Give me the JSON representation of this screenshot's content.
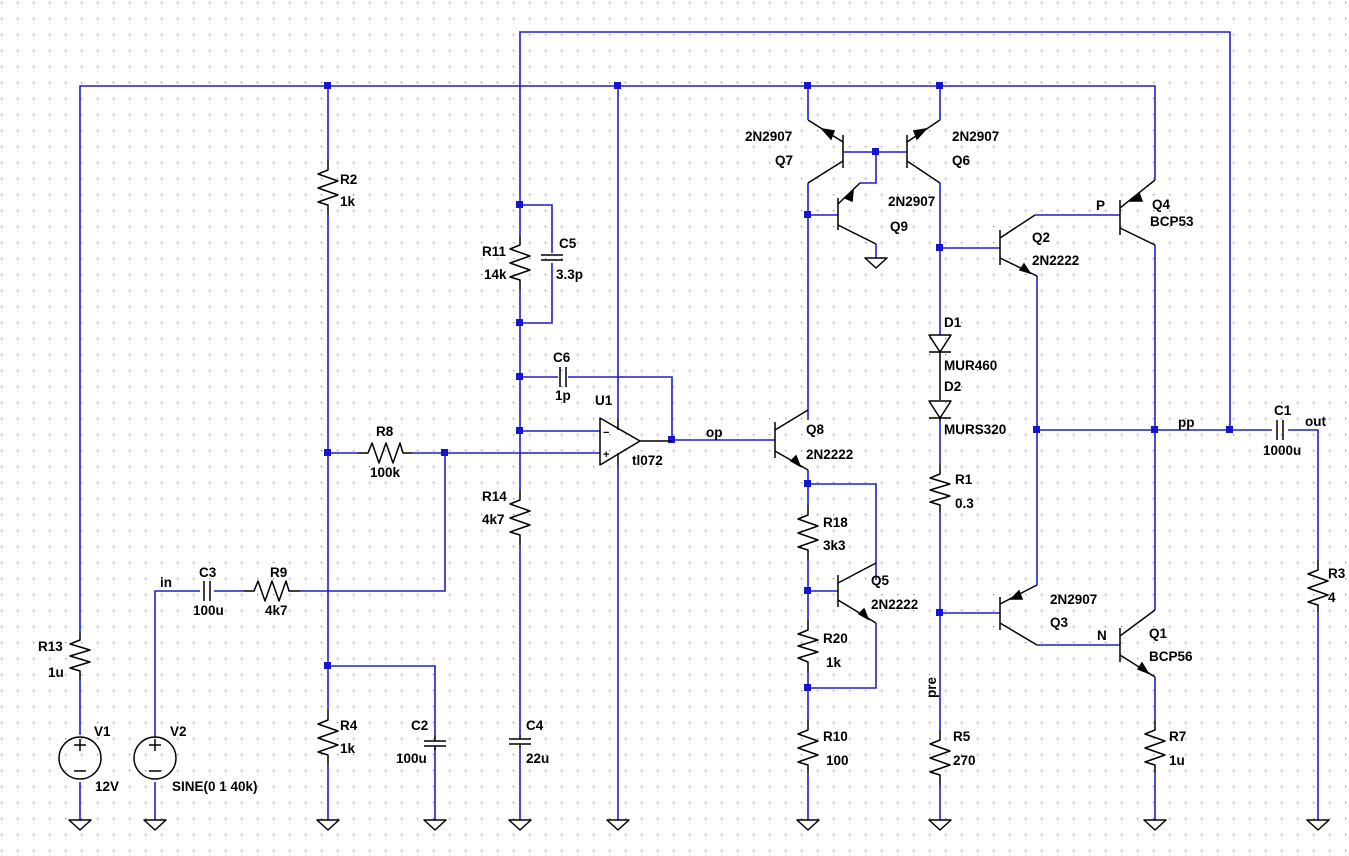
{
  "colors": {
    "wire": "#1f1fcf",
    "component": "#000000",
    "junction": "#1414d2",
    "background": "#ffffff",
    "grid": "#8c8c8c"
  },
  "net_labels": {
    "in": "in",
    "op": "op",
    "pp": "pp",
    "out": "out",
    "P": "P",
    "N": "N",
    "pre": "pre"
  },
  "components": {
    "R2": {
      "name": "R2",
      "value": "1k"
    },
    "R4": {
      "name": "R4",
      "value": "1k"
    },
    "R8": {
      "name": "R8",
      "value": "100k"
    },
    "R9": {
      "name": "R9",
      "value": "4k7"
    },
    "R11": {
      "name": "R11",
      "value": "14k"
    },
    "R14": {
      "name": "R14",
      "value": "4k7"
    },
    "R13": {
      "name": "R13",
      "value": "1u"
    },
    "R18": {
      "name": "R18",
      "value": "3k3"
    },
    "R20": {
      "name": "R20",
      "value": "1k"
    },
    "R10": {
      "name": "R10",
      "value": "100"
    },
    "R1": {
      "name": "R1",
      "value": "0.3"
    },
    "R5": {
      "name": "R5",
      "value": "270"
    },
    "R7": {
      "name": "R7",
      "value": "1u"
    },
    "R3": {
      "name": "R3",
      "value": "4"
    },
    "C1": {
      "name": "C1",
      "value": "1000u"
    },
    "C2": {
      "name": "C2",
      "value": "100u"
    },
    "C3": {
      "name": "C3",
      "value": "100u"
    },
    "C4": {
      "name": "C4",
      "value": "22u"
    },
    "C5": {
      "name": "C5",
      "value": "3.3p"
    },
    "C6": {
      "name": "C6",
      "value": "1p"
    },
    "V1": {
      "name": "V1",
      "value": "12V"
    },
    "V2": {
      "name": "V2",
      "value": "SINE(0  1  40k)"
    },
    "U1": {
      "name": "U1",
      "value": "tl072"
    },
    "Q1": {
      "name": "Q1",
      "value": "BCP56"
    },
    "Q2": {
      "name": "Q2",
      "value": "2N2222"
    },
    "Q3": {
      "name": "Q3",
      "value": "2N2907"
    },
    "Q4": {
      "name": "Q4",
      "value": "BCP53"
    },
    "Q5": {
      "name": "Q5",
      "value": "2N2222"
    },
    "Q6": {
      "name": "Q6",
      "value": "2N2907"
    },
    "Q7": {
      "name": "Q7",
      "value": "2N2907"
    },
    "Q8": {
      "name": "Q8",
      "value": "2N2222"
    },
    "Q9": {
      "name": "Q9",
      "value": "2N2907"
    },
    "D1": {
      "name": "D1",
      "value": "MUR460"
    },
    "D2": {
      "name": "D2",
      "value": "MURS320"
    }
  }
}
